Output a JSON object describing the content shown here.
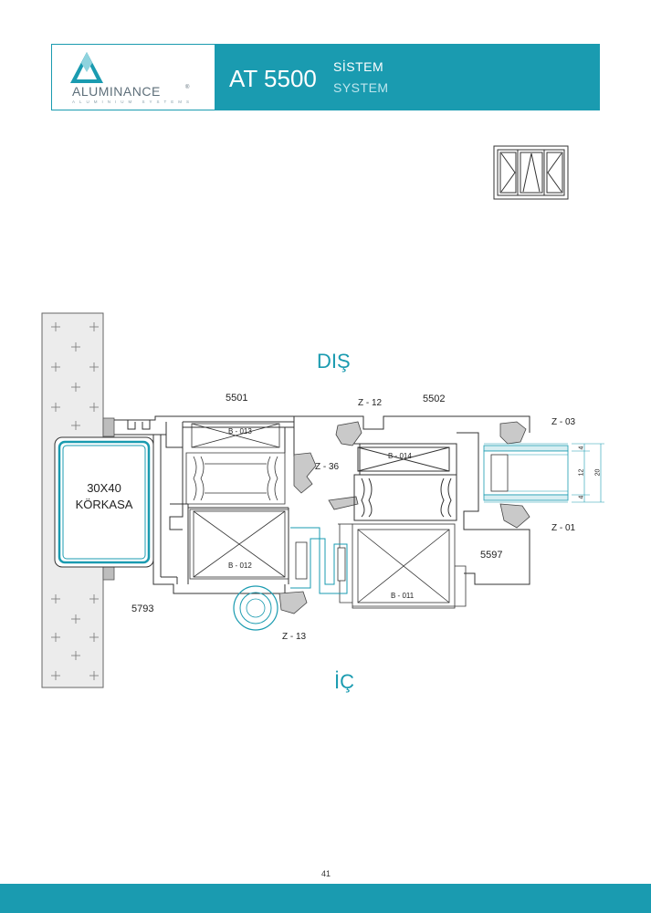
{
  "header": {
    "brand": "ALUMINANCE",
    "brand_reg": "®",
    "brand_sub": "ALUMINIUM SYSTEMS",
    "model": "AT 5500",
    "system_tr": "SİSTEM",
    "system_en": "SYSTEM"
  },
  "drawing": {
    "outside": "DIŞ",
    "inside": "İÇ",
    "frame_label_1": "30X40",
    "frame_label_2": "KÖRKASA",
    "profiles": {
      "p5501": "5501",
      "p5502": "5502",
      "p5597": "5597",
      "p5793": "5793"
    },
    "gaskets": {
      "z12": "Z - 12",
      "z03": "Z - 03",
      "z36": "Z - 36",
      "z01": "Z - 01",
      "z13": "Z - 13"
    },
    "bars": {
      "b013": "B - 013",
      "b014": "B - 014",
      "b012": "B - 012",
      "b011": "B - 011"
    },
    "dims": {
      "d4a": "4",
      "d12": "12",
      "d4b": "4",
      "d20": "20"
    }
  },
  "page_number": "41",
  "colors": {
    "accent": "#1a9bb0",
    "line": "#333333"
  }
}
